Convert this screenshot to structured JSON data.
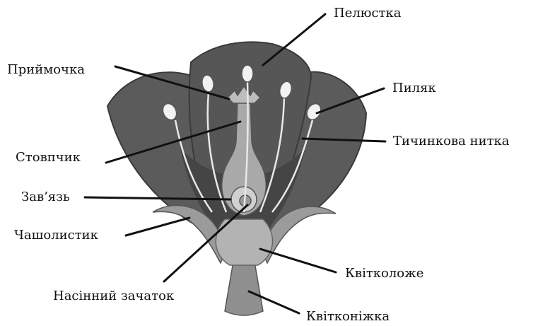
{
  "labels": {
    "petal": "Пелюстка",
    "stigma": "Приймочка",
    "anther": "Пиляк",
    "style": "Стовпчик",
    "filament": "Тичинкова нитка",
    "ovary": "Зав’язь",
    "sepal": "Чашолистик",
    "receptacle": "Квітколоже",
    "ovule": "Насінний зачаток",
    "pedicel": "Квітконіжка"
  },
  "colors": {
    "petal": "#5b5b5b",
    "petal_outline": "#3a3a3a",
    "petal_inner": "#4a4a4a",
    "sepal": "#9b9b9b",
    "pistil": "#a9a9a9",
    "receptacle": "#b3b3b3",
    "stem": "#8f8f8f",
    "filament": "#e8e8e8",
    "anther": "#f2f2f2",
    "leader": "#111111"
  }
}
